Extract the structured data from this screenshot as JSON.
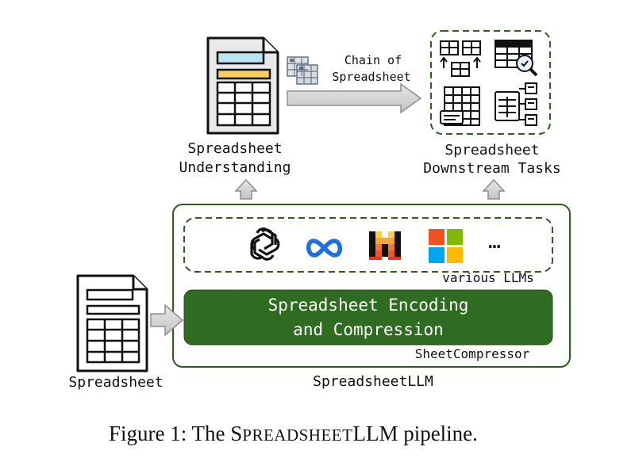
{
  "top": {
    "understanding_label_line1": "Spreadsheet",
    "understanding_label_line2": "Understanding",
    "chain_label_line1": "Chain of",
    "chain_label_line2": "Spreadsheet",
    "downstream_label_line1": "Spreadsheet",
    "downstream_label_line2": "Downstream Tasks"
  },
  "llm_box": {
    "llms": [
      "openai-icon",
      "meta-icon",
      "mistral-icon",
      "microsoft-icon"
    ],
    "ellipsis": "…",
    "various_label": "various LLMs",
    "encoding_line1": "Spreadsheet Encoding",
    "encoding_line2": "and Compression",
    "compressor_label": "SheetCompressor",
    "box_label": "SpreadsheetLLM"
  },
  "input": {
    "spreadsheet_label": "Spreadsheet"
  },
  "caption": {
    "prefix": "Figure 1: The ",
    "sc_cap1": "S",
    "sc_small1": "PREADSHEET",
    "suffix": "LLM pipeline."
  },
  "colors": {
    "green_dark": "#2f6b20",
    "green_border": "#2d5f1c",
    "arrow_gray": "#cfcfcf",
    "doc_blue": "#b9e4f3",
    "doc_yellow": "#f7cf5a",
    "doc_gray": "#e8e8e8"
  }
}
